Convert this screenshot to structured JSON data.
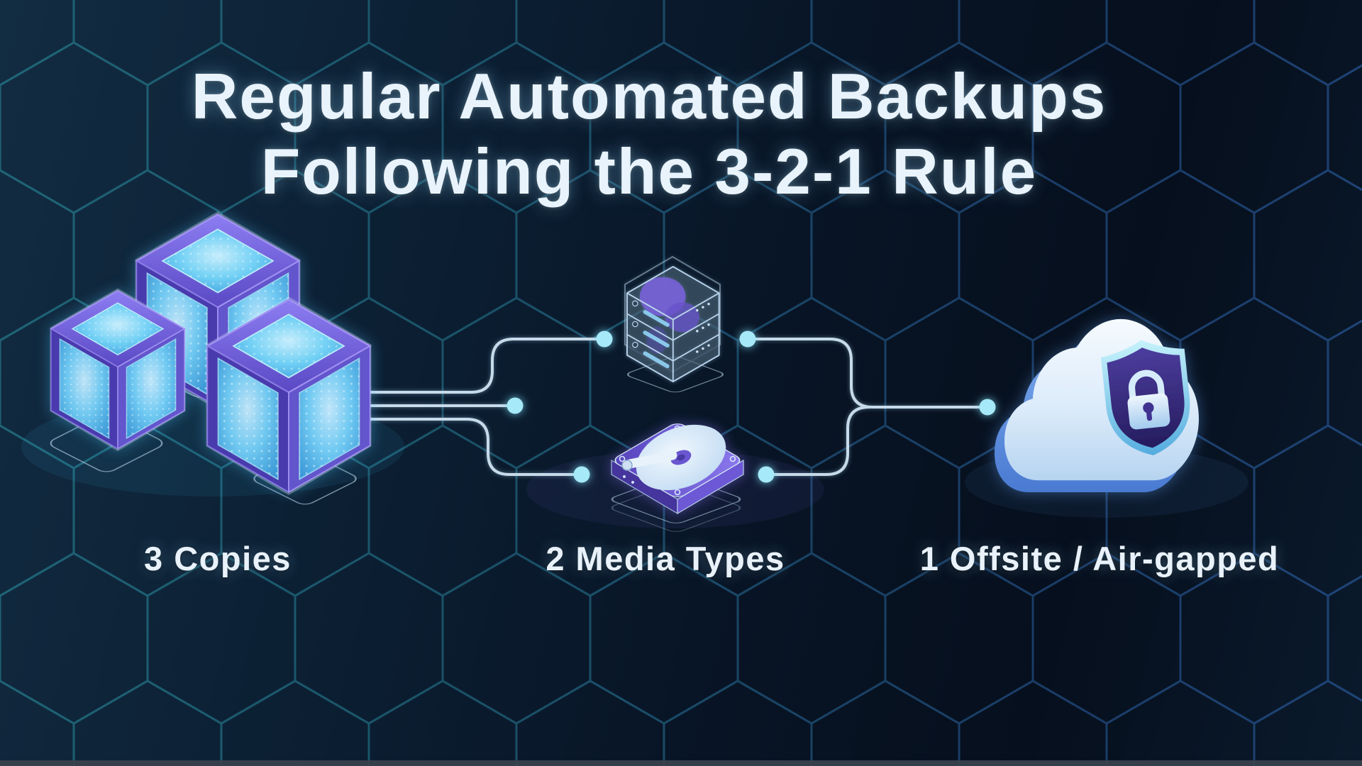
{
  "title": {
    "line1": "Regular Automated Backups",
    "line2": "Following the 3-2-1 Rule"
  },
  "steps": [
    {
      "label": "3 Copies",
      "icon": "backup-copy-cubes-icon"
    },
    {
      "label": "2 Media Types",
      "icons": [
        "server-stack-icon",
        "hard-drive-icon"
      ]
    },
    {
      "label": "1 Offsite / Air-gapped",
      "icon": "secure-cloud-shield-lock-icon"
    }
  ],
  "colors": {
    "background_dark": "#060f1d",
    "background_light": "#122c42",
    "hex_teal": "#2a8b9c",
    "hex_blue": "#3168b4",
    "connector_line": "#c6dae9",
    "connector_node": "#a6e9f8",
    "cube_frame_purple": "#6b59d6",
    "panel_cyan": "#5cc6f2",
    "hdd_purple": "#7a66e0",
    "cloud_blue": "#bcd6f0",
    "shield_purple": "#3a2d80",
    "glow_cyan": "#54c8ff",
    "label_text": "#e9f2fa"
  }
}
